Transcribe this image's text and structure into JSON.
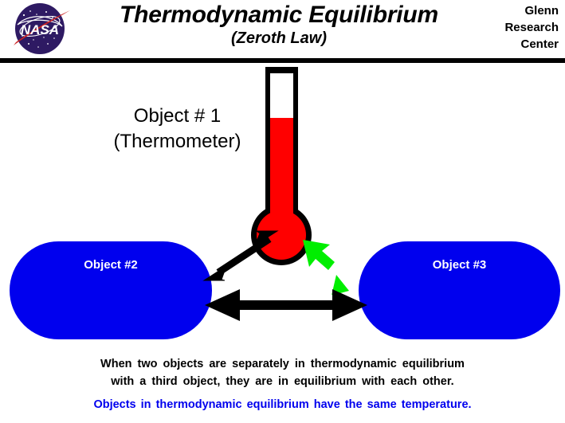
{
  "header": {
    "logo_alt": "nasa-meatball-logo",
    "title": "Thermodynamic Equilibrium",
    "subtitle": "(Zeroth Law)",
    "center_line1": "Glenn",
    "center_line2": "Research",
    "center_line3": "Center"
  },
  "diagram": {
    "object1_label_line1": "Object # 1",
    "object1_label_line2": "(Thermometer)",
    "object2_label": "Object #2",
    "object3_label": "Object #3",
    "thermometer_alt": "thermometer-icon",
    "arrow_thermometer_object2": "black-double-arrow",
    "arrow_thermometer_object3": "green-double-arrow",
    "arrow_object2_object3": "black-double-arrow-horizontal"
  },
  "captions": {
    "statement_line1": "When two objects are separately in thermodynamic equilibrium",
    "statement_line2": "with a third object, they are in equilibrium with each other.",
    "conclusion": "Objects in thermodynamic  equilibrium  have the same temperature."
  },
  "colors": {
    "object_blue": "#0000ee",
    "mercury_red": "#ff0000",
    "arrow_green": "#00ee00",
    "outline_black": "#000000",
    "nasa_blue": "#2e1a63",
    "nasa_red": "#cc2222"
  }
}
